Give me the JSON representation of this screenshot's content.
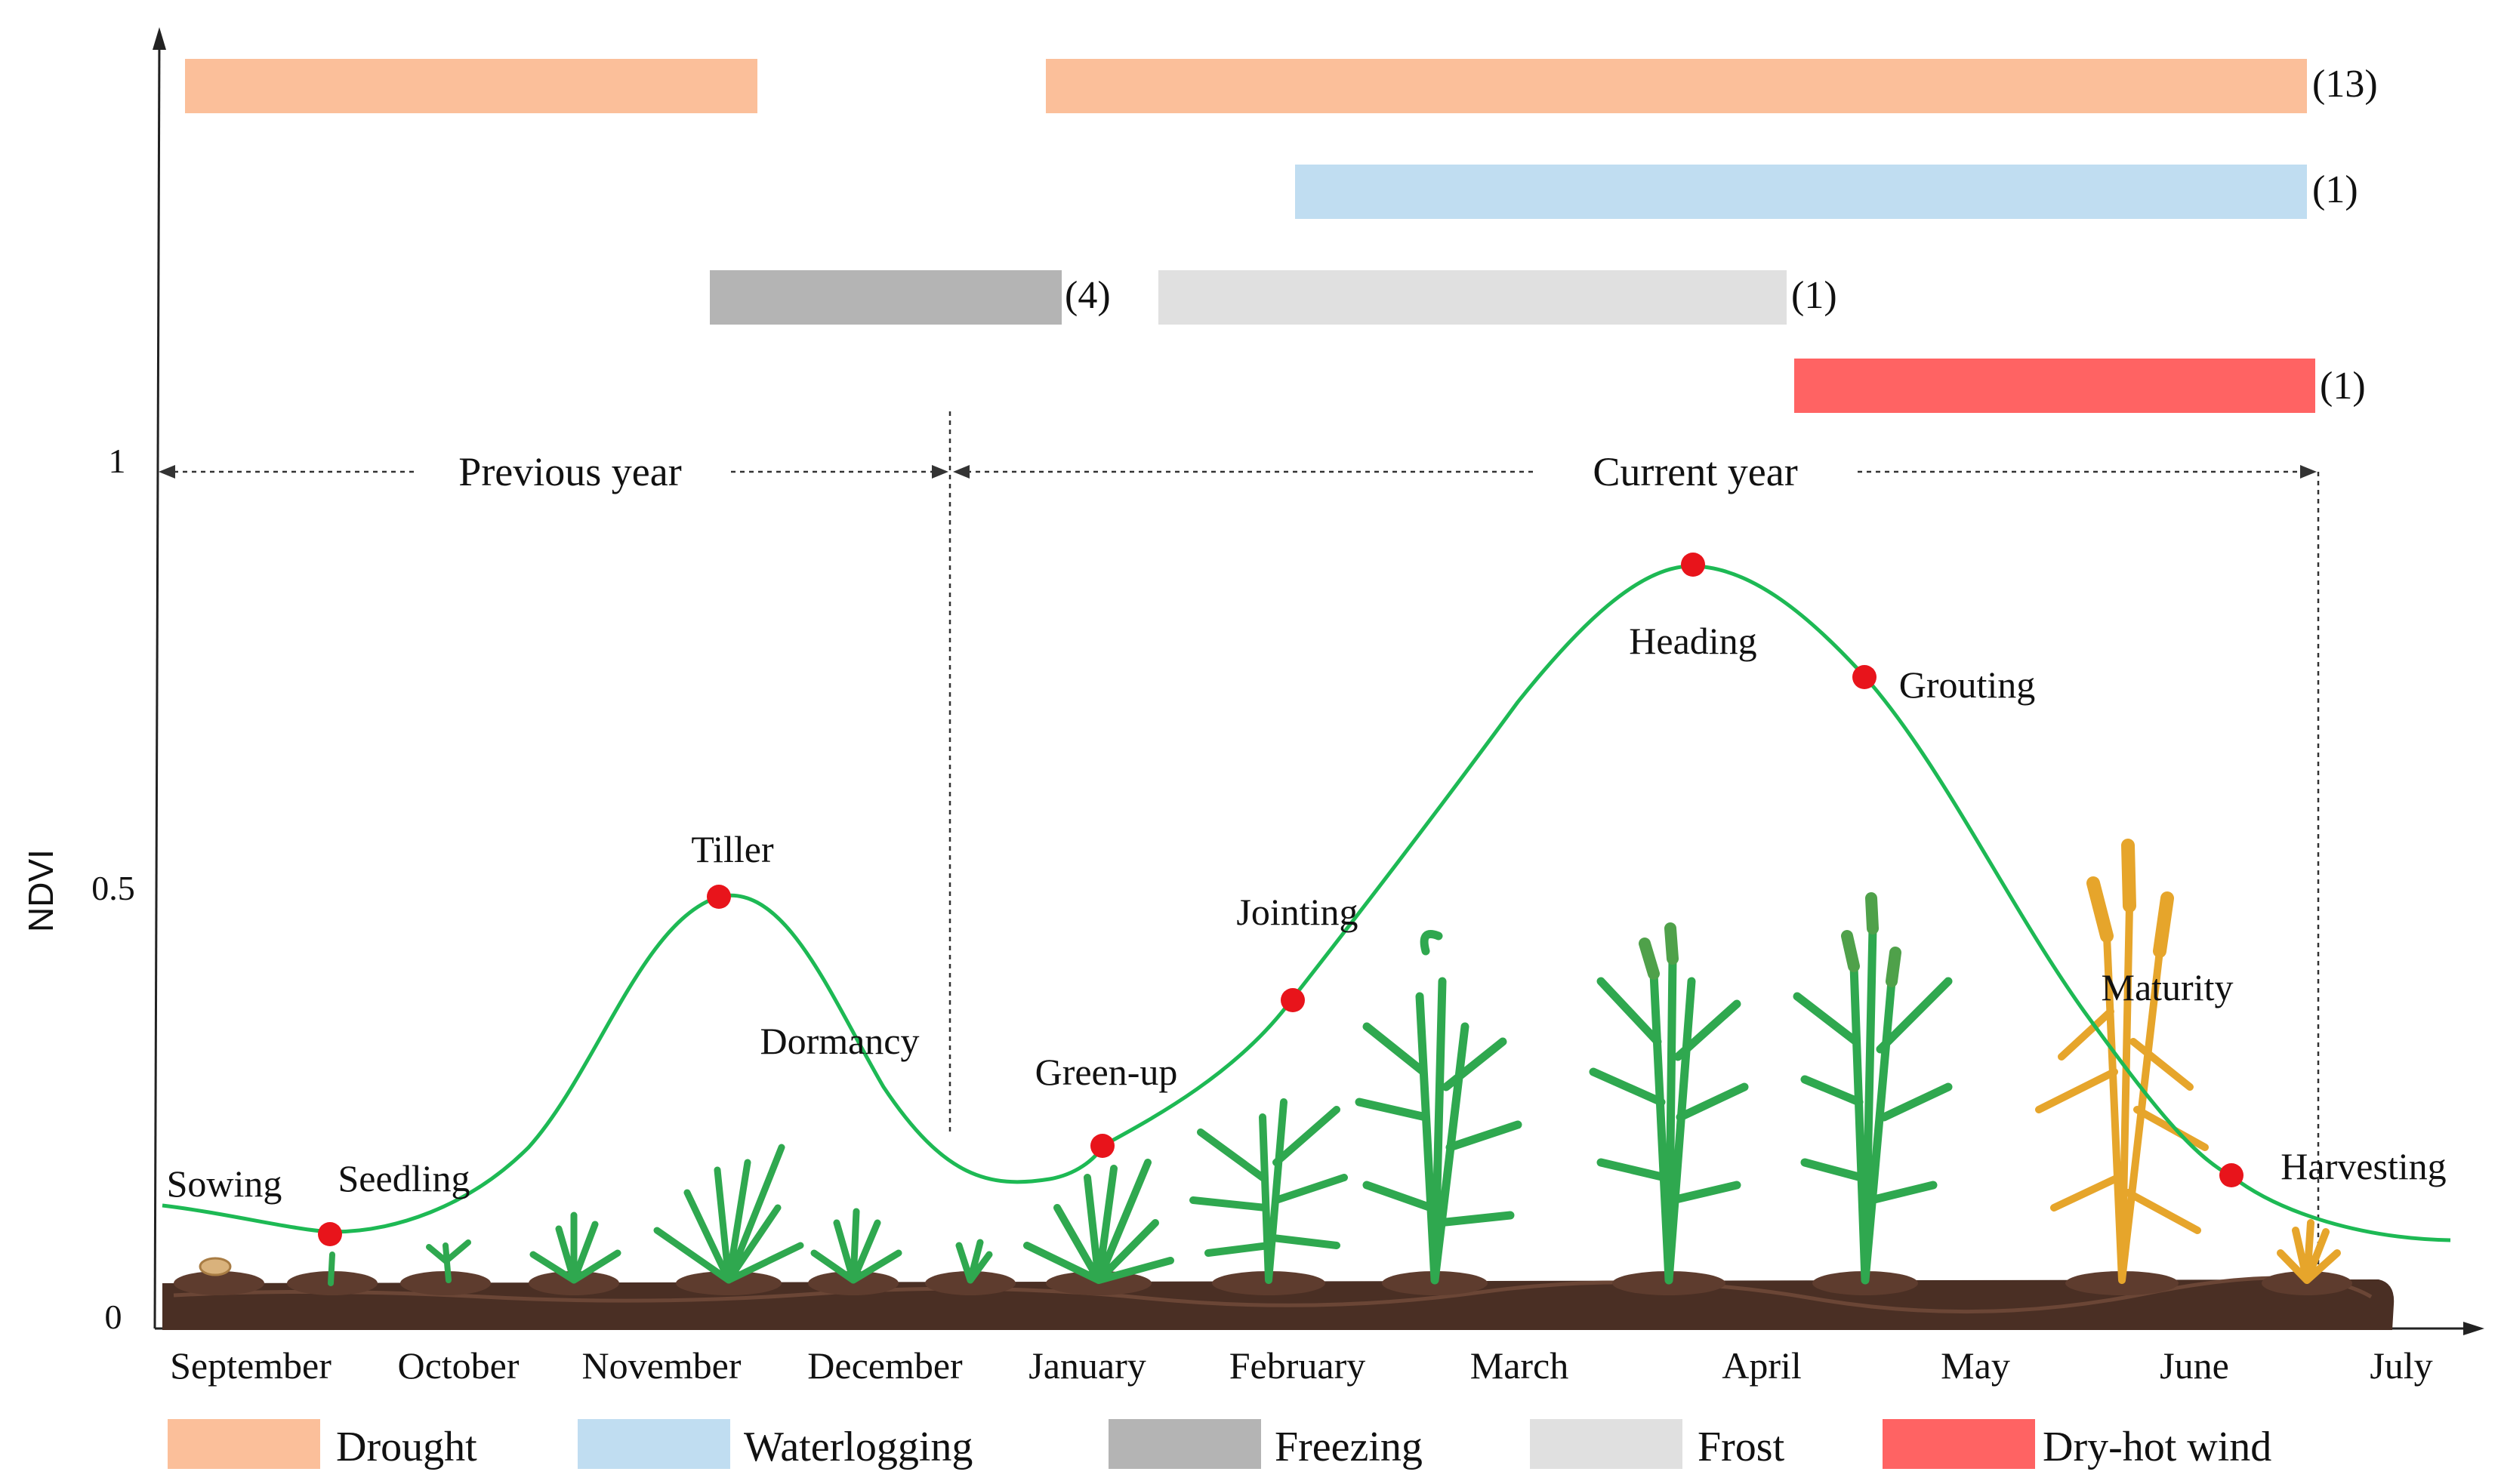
{
  "y_axis": {
    "label": "NDVI",
    "ticks": [
      "0",
      "0.5",
      "1"
    ]
  },
  "months": [
    "September",
    "October",
    "November",
    "December",
    "January",
    "February",
    "March",
    "April",
    "May",
    "June",
    "July"
  ],
  "period_labels": {
    "previous": "Previous year",
    "current": "Current year"
  },
  "stages": [
    {
      "label": "Sowing",
      "marker": false
    },
    {
      "label": "Seedling",
      "marker": true,
      "ndvi": 0.1
    },
    {
      "label": "Tiller",
      "marker": true,
      "ndvi": 0.5
    },
    {
      "label": "Dormancy",
      "marker": false
    },
    {
      "label": "Green-up",
      "marker": true,
      "ndvi": 0.2
    },
    {
      "label": "Jointing",
      "marker": true,
      "ndvi": 0.37
    },
    {
      "label": "Heading",
      "marker": true,
      "ndvi": 0.89
    },
    {
      "label": "Grouting",
      "marker": true,
      "ndvi": 0.75
    },
    {
      "label": "Maturity",
      "marker": false
    },
    {
      "label": "Harvesting",
      "marker": true,
      "ndvi": 0.17
    }
  ],
  "hazard_bars": [
    {
      "hazard": "Drought",
      "start": "early September",
      "end": "mid November",
      "count": ""
    },
    {
      "hazard": "Drought",
      "start": "late December",
      "end": "late June",
      "count": "(13)"
    },
    {
      "hazard": "Waterlogging",
      "start": "February",
      "end": "late June",
      "count": "(1)"
    },
    {
      "hazard": "Freezing",
      "start": "November",
      "end": "January",
      "count": "(4)"
    },
    {
      "hazard": "Frost",
      "start": "January",
      "end": "April",
      "count": "(1)"
    },
    {
      "hazard": "Dry-hot wind",
      "start": "April",
      "end": "late June",
      "count": "(1)"
    }
  ],
  "legend": [
    {
      "label": "Drought",
      "color": "#FBBF9A"
    },
    {
      "label": "Waterlogging",
      "color": "#C0DDF1"
    },
    {
      "label": "Freezing",
      "color": "#B4B4B4"
    },
    {
      "label": "Frost",
      "color": "#E0E0E0"
    },
    {
      "label": "Dry-hot wind",
      "color": "#FF6363"
    }
  ],
  "colors": {
    "curve": "#1DB954",
    "marker": "#E8141B",
    "soil": "#4A2F24",
    "plant_green": "#2FA84F",
    "plant_dark": "#1E7F35",
    "plant_gold": "#E6A52B"
  }
}
